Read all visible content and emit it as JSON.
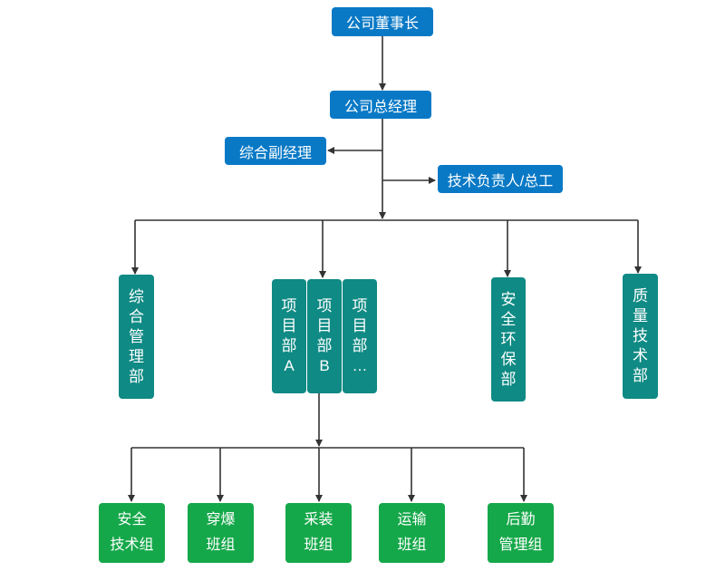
{
  "chairman": "公司董事长",
  "general_manager": "公司总经理",
  "deputy_manager": "综合副经理",
  "tech_lead": "技术负责人/总工",
  "departments": {
    "general_admin": "综\n合\n管\n理\n部",
    "project_a": "项\n目\n部\nA",
    "project_b": "项\n目\n部\nB",
    "project_more": "项\n目\n部\n…",
    "safety_env": "安\n全\n环\n保\n部",
    "quality_tech": "质\n量\n技\n术\n部"
  },
  "teams": {
    "safety_tech": "安全\n技术组",
    "blasting": "穿爆\n班组",
    "loading": "采装\n班组",
    "transport": "运输\n班组",
    "logistics": "后勤\n管理组"
  },
  "colors": {
    "top_nodes": "#0979c6",
    "departments": "#0f8a84",
    "teams": "#15a84a",
    "lines": "#333333"
  }
}
